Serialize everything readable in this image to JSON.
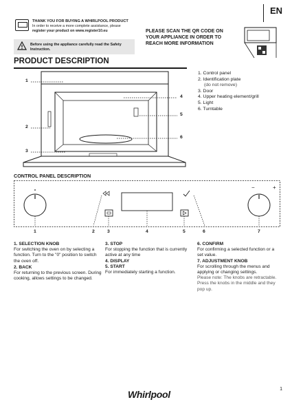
{
  "header": {
    "language": "EN",
    "thanks_title": "THANK YOU FOR BUYING A WHIRLPOOL PRODUCT",
    "thanks_line1": "In order to receive a more complete assistance, please",
    "thanks_line2": "register your product on www.register10.eu",
    "safety_text": "Before using the appliance carefully read the Safety Instruction.",
    "qr_text": "PLEASE SCAN THE QR CODE ON YOUR APPLIANCE IN ORDER TO REACH MORE INFORMATION"
  },
  "product": {
    "title": "PRODUCT DESCRIPTION",
    "parts": [
      "1. Control panel",
      "2. Identification plate",
      "(do not remove)",
      "3. Door",
      "4. Upper heating element/grill",
      "5. Light",
      "6. Turntable"
    ],
    "callouts": [
      "1",
      "2",
      "3",
      "4",
      "5",
      "6"
    ]
  },
  "control_panel": {
    "title": "CONTROL PANEL DESCRIPTION",
    "numbers": [
      "1",
      "2",
      "3",
      "4",
      "5",
      "6",
      "7"
    ],
    "minus": "−",
    "plus": "+",
    "columns": [
      [
        {
          "h": "1. SELECTION KNOB",
          "t": "For switching the oven on by selecting a function. Turn to the \"0\" position to switch the oven off."
        },
        {
          "h": "2. BACK",
          "t": "For returning to the previous screen. During cooking, allows settings to be changed."
        }
      ],
      [
        {
          "h": "3. STOP",
          "t": "For stopping the function that is currently active at any time"
        },
        {
          "h": "4. DISPLAY",
          "t": ""
        },
        {
          "h": "5. START",
          "t": "For immediately starting a function."
        }
      ],
      [
        {
          "h": "6. CONFIRM",
          "t": "For confirming a selected function or a set value."
        },
        {
          "h": "7. ADJUSTMENT KNOB",
          "t": "For scrolling through the menus and applying or changing settings."
        }
      ]
    ],
    "note": "Please note: The knobs are retractable. Press the knobs in the middle and they pop up."
  },
  "footer": {
    "brand": "Whirlpool",
    "page": "1"
  }
}
